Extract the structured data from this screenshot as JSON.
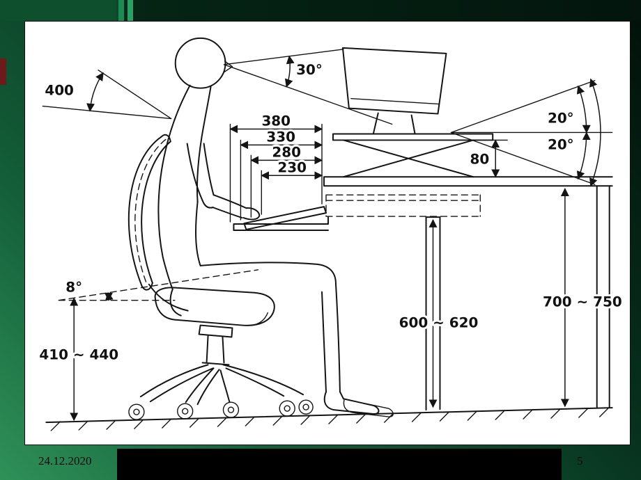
{
  "slide": {
    "footer_date": "24.12.2020",
    "page_number": "5"
  },
  "theme": {
    "slide_green_light": "#2f9158",
    "slide_green_dark": "#03130b",
    "panel_background": "#ffffff",
    "ink": "#141414",
    "accent_bar_1": "#1d8a54",
    "accent_bar_2": "#2aa164"
  },
  "diagram": {
    "subject": "seated computer workstation ergonomic dimensions",
    "labels": {
      "backrest_dim": "400",
      "viewing_angle": "30°",
      "screen_tilt_upper": "20°",
      "screen_tilt_lower": "20°",
      "keyboard_dims": [
        "380",
        "330",
        "280",
        "230"
      ],
      "monitor_riser_height": "80",
      "seat_tilt_angle": "8°",
      "seat_height": "410 ~ 440",
      "legroom_height": "600 ~ 620",
      "desk_height": "700 ~ 750"
    }
  }
}
